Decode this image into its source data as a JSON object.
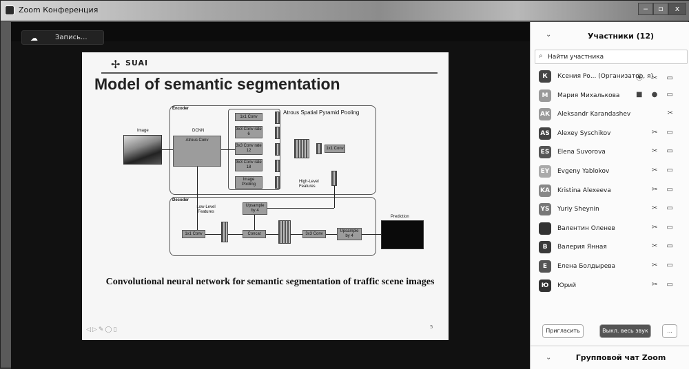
{
  "window": {
    "title": "Zoom Конференция",
    "minimize": "‒",
    "maximize": "▫",
    "close": "x"
  },
  "recording": {
    "label": "Запись...",
    "icon": "cloud-icon"
  },
  "slide": {
    "logo_text": "SUAI",
    "heading": "Model of  semantic segmentation",
    "caption": "Convolutional neural network for semantic segmentation of traffic scene images",
    "page_number": "5",
    "diagram": {
      "encoder": "Encoder",
      "decoder": "Decoder",
      "aspp": "Atrous Spatial Pyramid Pooling",
      "image": "Image",
      "dcnn": "DCNN",
      "atrous_conv": "Atrous Conv",
      "conv1": "1x1 Conv",
      "conv3_6": "3x3 Conv rate 6",
      "conv3_12": "3x3 Conv rate 12",
      "conv3_18": "3x3 Conv rate 18",
      "pooling": "Image Pooling",
      "enc_1x1": "1x1 Conv",
      "high_level": "High-Level Features",
      "low_level": "Low-Level Features",
      "upsample1": "Upsample by 4",
      "dec_1x1": "1x1 Conv",
      "concat": "Concat",
      "dec_3x3": "3x3 Conv",
      "upsample2": "Upsample by 4",
      "prediction": "Prediction"
    }
  },
  "sidebar": {
    "title": "Участники (12)",
    "search_placeholder": "Найти участника",
    "participants": [
      {
        "initials": "К",
        "name": "Ксения Ро...  (Организатор, я)",
        "color": "#444",
        "icons": "⦿ ✂ ▭"
      },
      {
        "initials": "М",
        "name": "Мария Михалькова",
        "color": "#9a9a9a",
        "icons": "■ ● ▭"
      },
      {
        "initials": "AK",
        "name": "Aleksandr Karandashev",
        "color": "#9a9a9a",
        "icons": "✂"
      },
      {
        "initials": "AS",
        "name": "Alexey Syschikov",
        "color": "#444",
        "icons": "✂ ▭"
      },
      {
        "initials": "ES",
        "name": "Elena Suvorova",
        "color": "#555",
        "icons": "✂ ▭"
      },
      {
        "initials": "EY",
        "name": "Evgeny Yablokov",
        "color": "#aaa",
        "icons": "✂ ▭"
      },
      {
        "initials": "KA",
        "name": "Kristina Alexeeva",
        "color": "#888",
        "icons": "✂ ▭"
      },
      {
        "initials": "YS",
        "name": "Yuriy Sheynin",
        "color": "#777",
        "icons": "✂ ▭"
      },
      {
        "initials": "",
        "name": "Валентин Оленев",
        "color": "#333",
        "icons": "✂ ▭"
      },
      {
        "initials": "В",
        "name": "Валерия Янная",
        "color": "#3a3a3a",
        "icons": "✂ ▭"
      },
      {
        "initials": "Е",
        "name": "Елена Болдырева",
        "color": "#555",
        "icons": "✂ ▭"
      },
      {
        "initials": "Ю",
        "name": "Юрий",
        "color": "#333",
        "icons": "✂ ▭"
      }
    ],
    "invite_label": "Пригласить",
    "mute_all_label": "Выкл. весь звук",
    "more_label": "...",
    "chat_title": "Групповой чат Zoom"
  }
}
